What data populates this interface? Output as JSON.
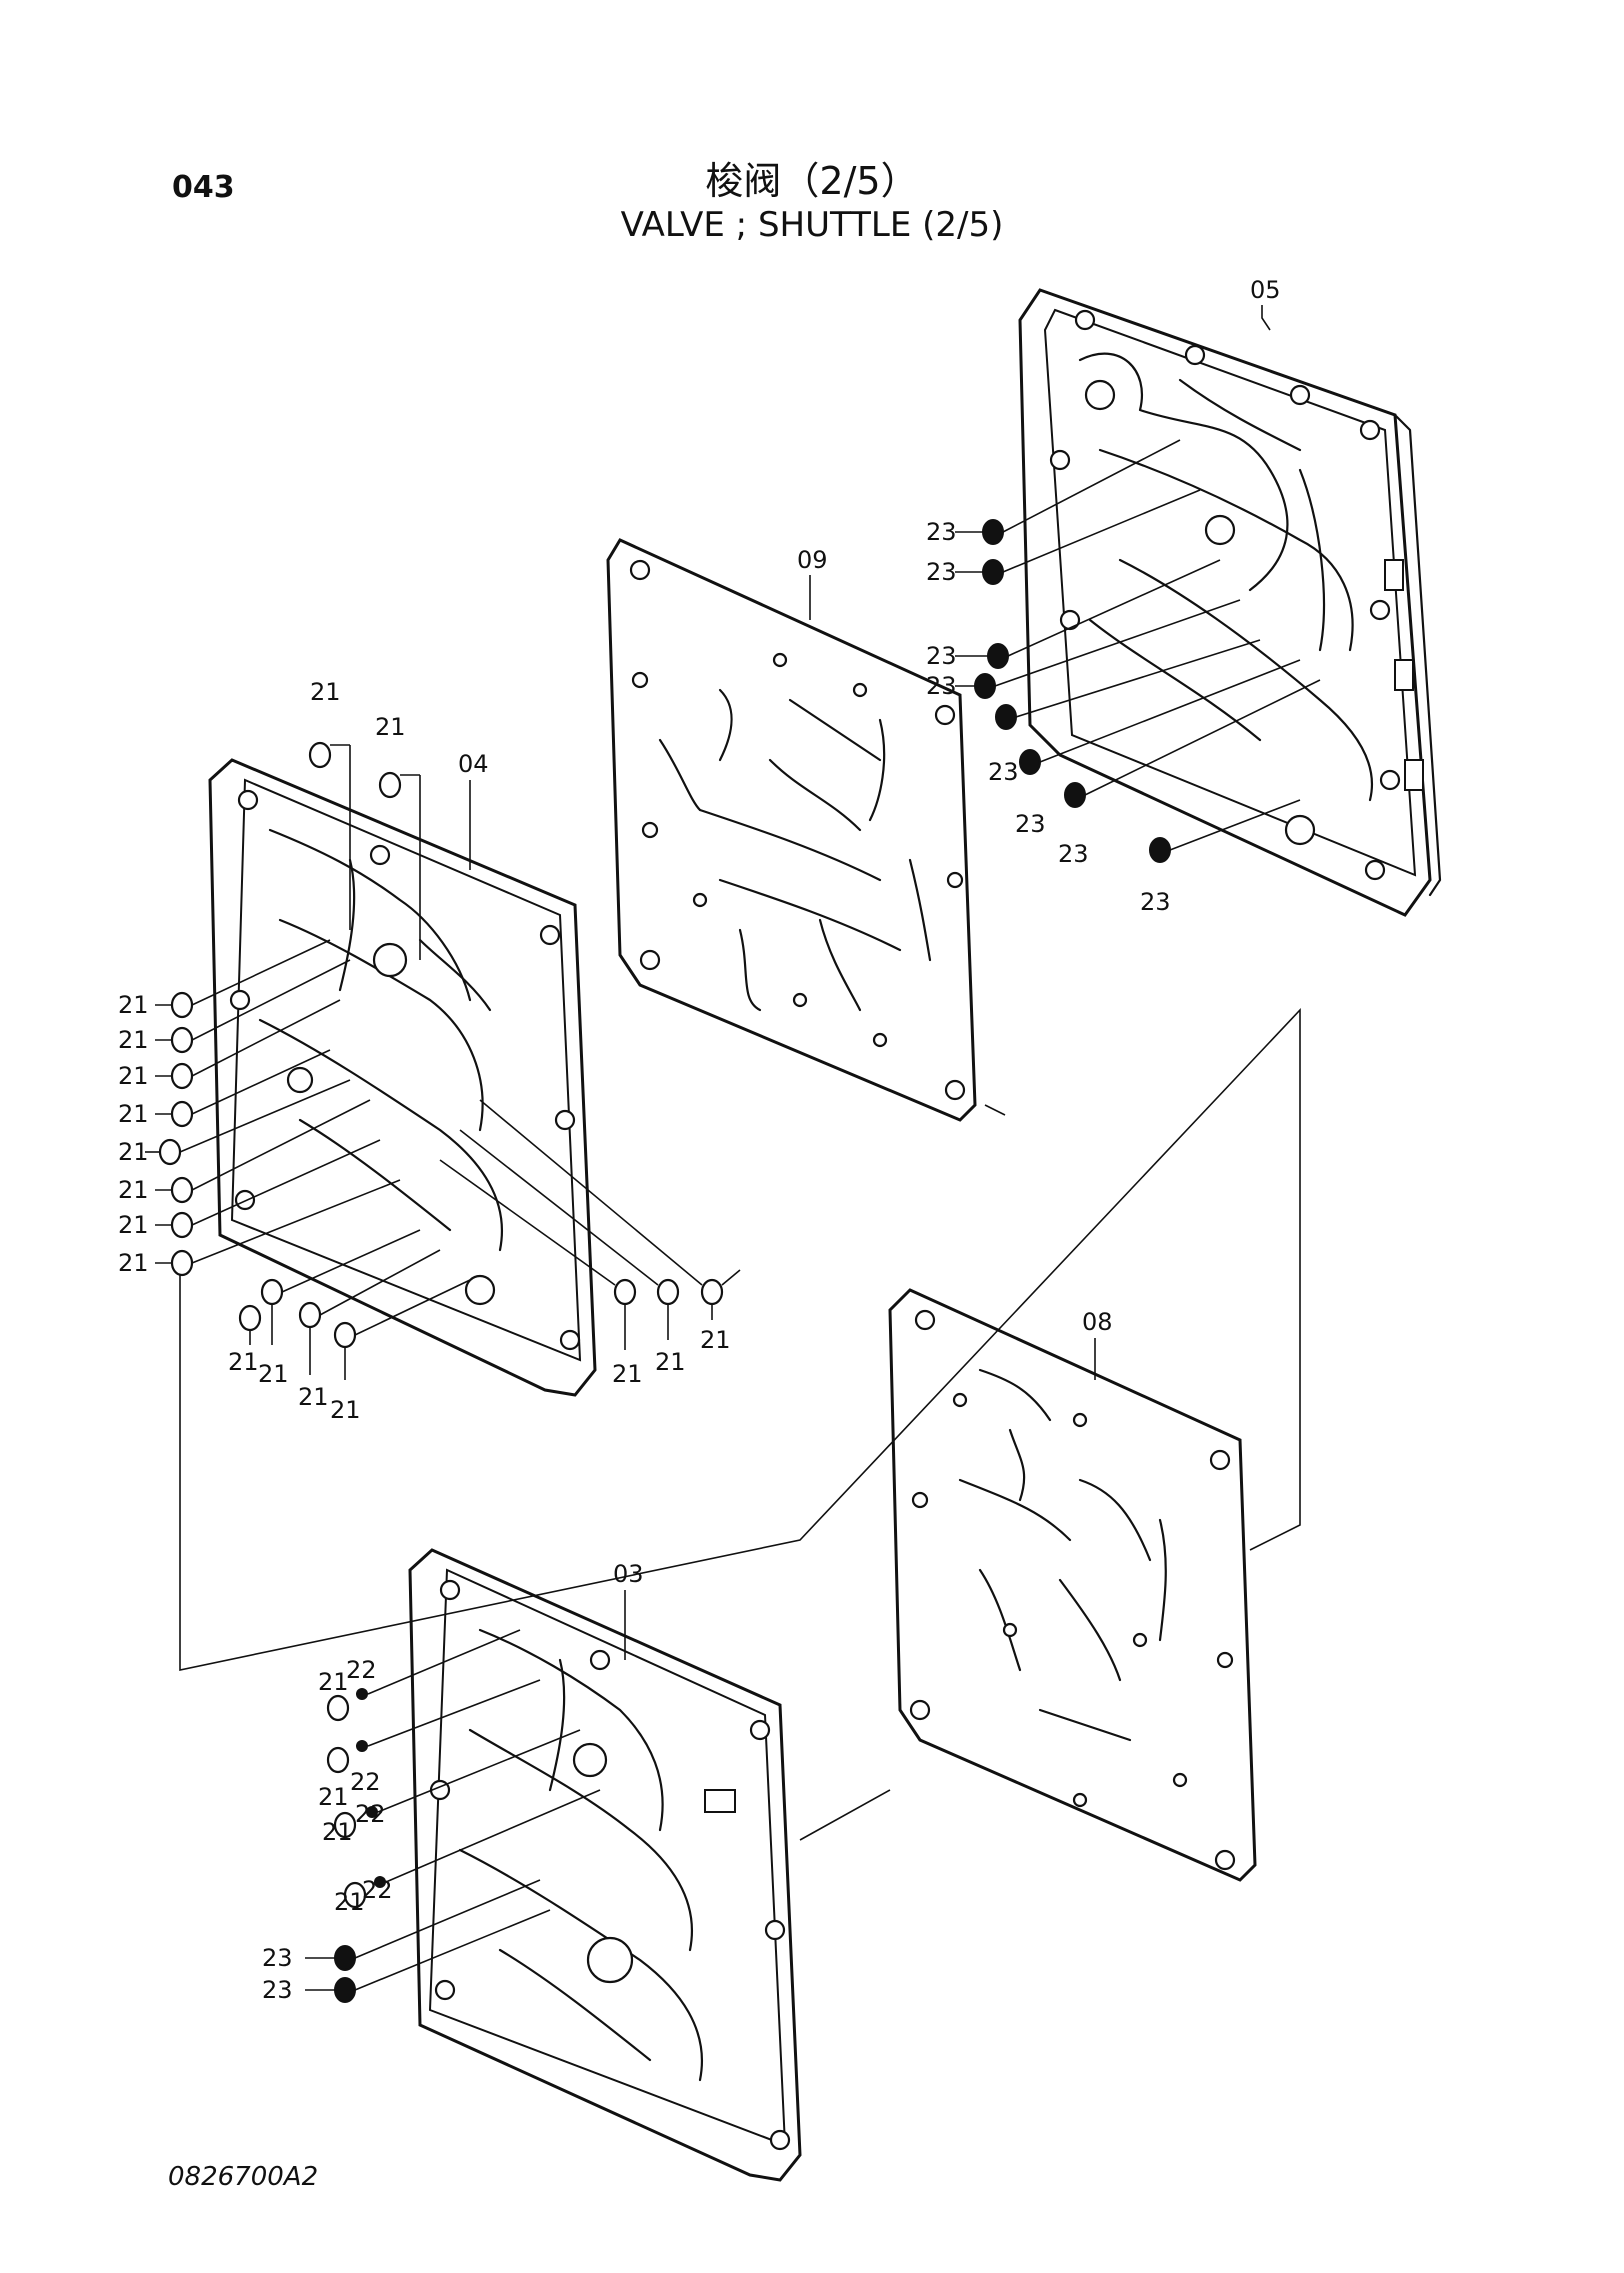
{
  "header": {
    "page_number": "043",
    "title_cn": "梭阀（2/5）",
    "title_en": "VALVE ; SHUTTLE (2/5)"
  },
  "footer": {
    "drawing_code": "0826700A2"
  },
  "parts": {
    "p03": "03",
    "p04": "04",
    "p05": "05",
    "p08": "08",
    "p09": "09",
    "p21": "21",
    "p22": "22",
    "p23": "23"
  },
  "colors": {
    "ink": "#111111",
    "paper": "#ffffff"
  }
}
